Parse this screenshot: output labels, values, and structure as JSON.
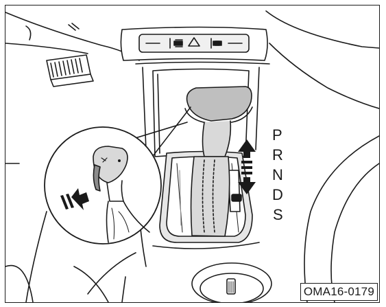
{
  "gear_positions": [
    "P",
    "R",
    "N",
    "D",
    "S"
  ],
  "figure_code": "OMA16-0179",
  "icons": {
    "shift_arrow": "double-headed-arrow-icon",
    "push_direction": "push-arrow-icon"
  },
  "colors": {
    "line": "#1a1a1a",
    "fill_light": "#d9d9d9",
    "fill_mid": "#bfbfbf",
    "background": "#ffffff"
  }
}
